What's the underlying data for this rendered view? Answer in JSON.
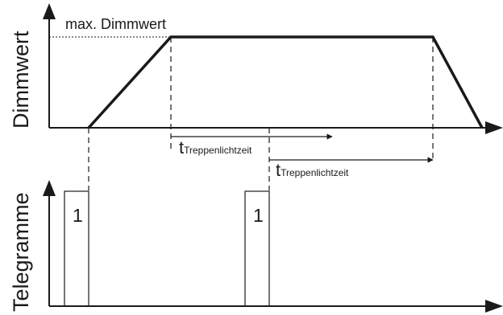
{
  "upper_axis_label": "Dimmwert",
  "lower_axis_label": "Telegramme",
  "max_label": "max. Dimmwert",
  "timer_1": {
    "symbol": "t",
    "subscript": "Treppenlichtzeit"
  },
  "timer_2": {
    "symbol": "t",
    "subscript": "Treppenlichtzeit"
  },
  "telegram_1_value": "1",
  "telegram_2_value": "1",
  "colors": {
    "ink": "#1a1a1a",
    "background": "#ffffff"
  }
}
